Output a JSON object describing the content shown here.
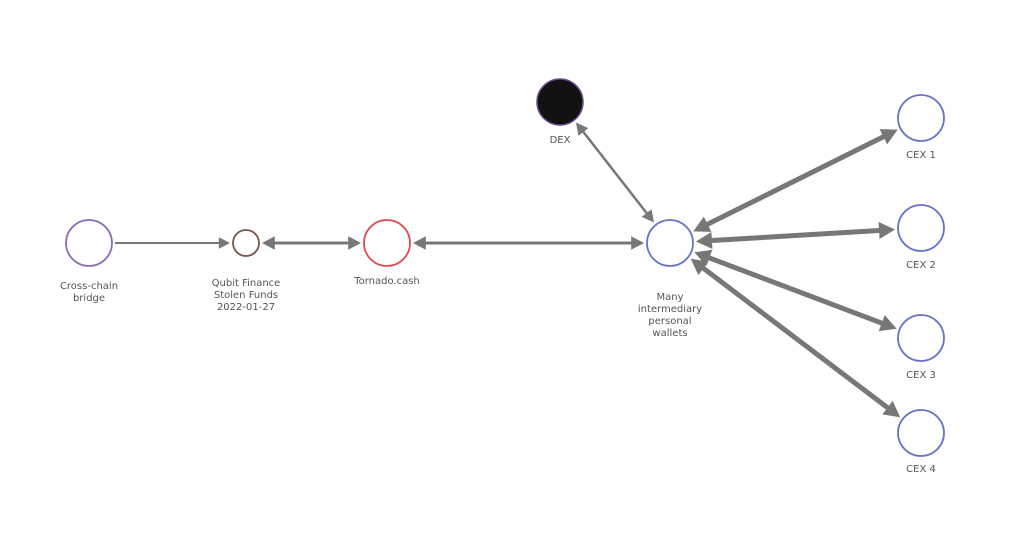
{
  "colors": {
    "edge": "#777777",
    "bridge": "#8a6bb5",
    "qubit": "#7a5548",
    "tornado": "#e0494a",
    "wallet": "#6674c8",
    "dex_fill": "#111111",
    "dex_stroke": "#6b4a8f"
  },
  "nodes": [
    {
      "id": "bridge",
      "label": [
        "Cross-chain",
        "bridge"
      ],
      "color": "bridge"
    },
    {
      "id": "qubit",
      "label": [
        "Qubit Finance",
        "Stolen Funds",
        "2022-01-27"
      ],
      "color": "qubit"
    },
    {
      "id": "tornado",
      "label": [
        "Tornado.cash"
      ],
      "color": "tornado"
    },
    {
      "id": "hub",
      "label": [
        "Many",
        "intermediary",
        "personal",
        "wallets"
      ],
      "color": "wallet"
    },
    {
      "id": "dex",
      "label": [
        "DEX"
      ],
      "color": "dex_stroke",
      "filled": true
    },
    {
      "id": "cex1",
      "label": [
        "CEX 1"
      ],
      "color": "wallet"
    },
    {
      "id": "cex2",
      "label": [
        "CEX 2"
      ],
      "color": "wallet"
    },
    {
      "id": "cex3",
      "label": [
        "CEX 3"
      ],
      "color": "wallet"
    },
    {
      "id": "cex4",
      "label": [
        "CEX 4"
      ],
      "color": "wallet"
    }
  ],
  "edges": [
    {
      "from": "bridge",
      "to": "qubit",
      "bidirectional": false
    },
    {
      "from": "qubit",
      "to": "tornado",
      "bidirectional": true
    },
    {
      "from": "tornado",
      "to": "hub",
      "bidirectional": true
    },
    {
      "from": "hub",
      "to": "dex",
      "bidirectional": true
    },
    {
      "from": "hub",
      "to": "cex1",
      "bidirectional": true
    },
    {
      "from": "hub",
      "to": "cex2",
      "bidirectional": true
    },
    {
      "from": "hub",
      "to": "cex3",
      "bidirectional": true
    },
    {
      "from": "hub",
      "to": "cex4",
      "bidirectional": true
    }
  ]
}
